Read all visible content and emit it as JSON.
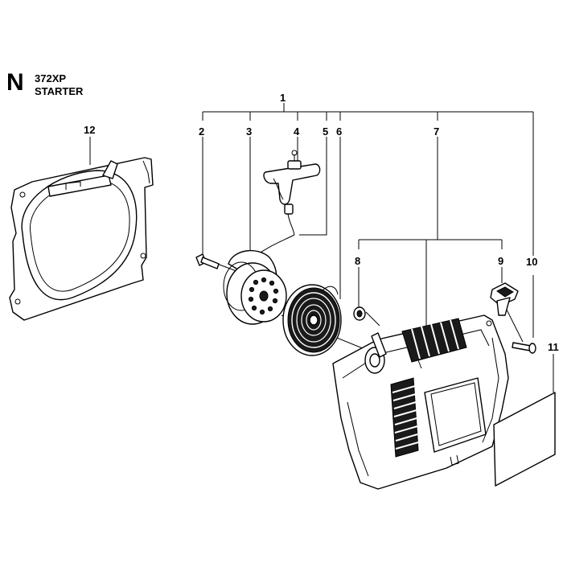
{
  "header": {
    "section_letter": "N",
    "model": "372XP",
    "subtitle": "STARTER"
  },
  "callouts": [
    {
      "id": "c1",
      "label": "1"
    },
    {
      "id": "c2",
      "label": "2"
    },
    {
      "id": "c3",
      "label": "3"
    },
    {
      "id": "c4",
      "label": "4"
    },
    {
      "id": "c5",
      "label": "5"
    },
    {
      "id": "c6",
      "label": "6"
    },
    {
      "id": "c7",
      "label": "7"
    },
    {
      "id": "c8",
      "label": "8"
    },
    {
      "id": "c9",
      "label": "9"
    },
    {
      "id": "c10",
      "label": "10"
    },
    {
      "id": "c11",
      "label": "11"
    },
    {
      "id": "c12",
      "label": "12"
    }
  ]
}
